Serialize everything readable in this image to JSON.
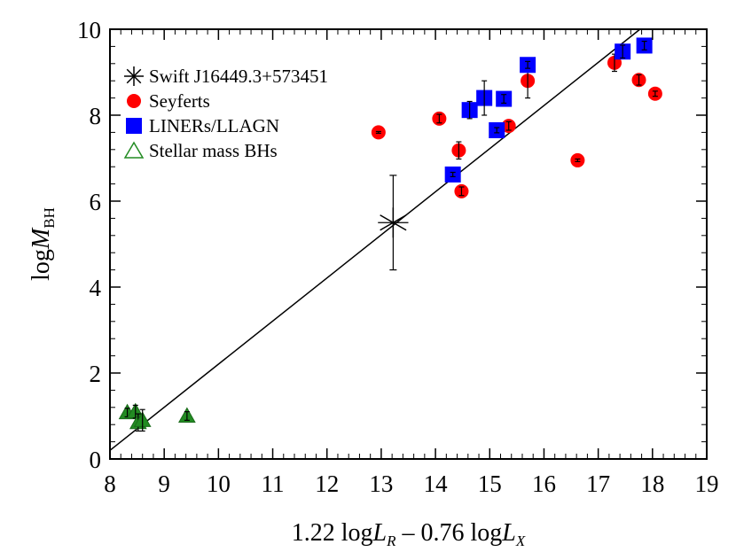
{
  "chart_data": {
    "type": "scatter",
    "xlabel": {
      "prefix": "1.22 log",
      "var1": "L",
      "sub1": "R",
      "mid": " – 0.76 log",
      "var2": "L",
      "sub2": "X"
    },
    "ylabel": {
      "prefix": "log",
      "var": "M",
      "sub": "BH"
    },
    "xlim": [
      8,
      19
    ],
    "ylim": [
      0,
      10
    ],
    "xticks": [
      "8",
      "9",
      "10",
      "11",
      "12",
      "13",
      "14",
      "15",
      "16",
      "17",
      "18",
      "19"
    ],
    "yticks": [
      "0",
      "2",
      "4",
      "6",
      "8",
      "10"
    ],
    "grid": false,
    "legend_position": "top-left",
    "fit_line": {
      "x": [
        8.0,
        17.77
      ],
      "y": [
        0.2,
        10.0
      ]
    },
    "series": [
      {
        "name": "Swift  J16449.3+573451",
        "marker": "asterisk",
        "color": "#000000",
        "points": [
          {
            "x": 13.22,
            "y": 5.5,
            "xerr": 0.28,
            "yerr": 1.1
          }
        ]
      },
      {
        "name": "Seyferts",
        "marker": "circle",
        "color": "#ff0000",
        "points": [
          {
            "x": 12.95,
            "y": 7.6,
            "yerr": 0.02
          },
          {
            "x": 14.07,
            "y": 7.92,
            "yerr": 0.1
          },
          {
            "x": 14.43,
            "y": 7.18,
            "yerr": 0.2
          },
          {
            "x": 14.48,
            "y": 6.23,
            "yerr": 0.1
          },
          {
            "x": 15.35,
            "y": 7.75,
            "yerr": 0.1
          },
          {
            "x": 15.7,
            "y": 8.8,
            "yerr": 0.4
          },
          {
            "x": 16.62,
            "y": 6.95,
            "yerr": 0.03
          },
          {
            "x": 17.3,
            "y": 9.22,
            "yerr": 0.2
          },
          {
            "x": 17.75,
            "y": 8.82,
            "yerr": 0.12
          },
          {
            "x": 18.05,
            "y": 8.5,
            "yerr": 0.06
          }
        ]
      },
      {
        "name": "LINERs/LLAGN",
        "marker": "square",
        "color": "#0000ff",
        "points": [
          {
            "x": 14.32,
            "y": 6.62,
            "yerr": 0.05
          },
          {
            "x": 14.63,
            "y": 8.12,
            "yerr": 0.2
          },
          {
            "x": 14.9,
            "y": 8.4,
            "yerr": 0.4
          },
          {
            "x": 15.13,
            "y": 7.65,
            "yerr": 0.06
          },
          {
            "x": 15.26,
            "y": 8.38,
            "yerr": 0.1
          },
          {
            "x": 15.7,
            "y": 9.17,
            "yerr": 0.08
          },
          {
            "x": 17.45,
            "y": 9.48,
            "yerr": 0.15
          },
          {
            "x": 17.85,
            "y": 9.62,
            "yerr": 0.1
          }
        ]
      },
      {
        "name": "Stellar mass BHs",
        "marker": "triangle",
        "color": "#228b22",
        "points": [
          {
            "x": 8.32,
            "y": 1.08,
            "yerr": 0.1
          },
          {
            "x": 8.47,
            "y": 1.1,
            "yerr": 0.15
          },
          {
            "x": 8.52,
            "y": 0.85,
            "yerr": 0.2
          },
          {
            "x": 8.6,
            "y": 0.9,
            "yerr": 0.25
          },
          {
            "x": 9.42,
            "y": 1.0,
            "yerr": 0.1
          }
        ]
      }
    ]
  }
}
